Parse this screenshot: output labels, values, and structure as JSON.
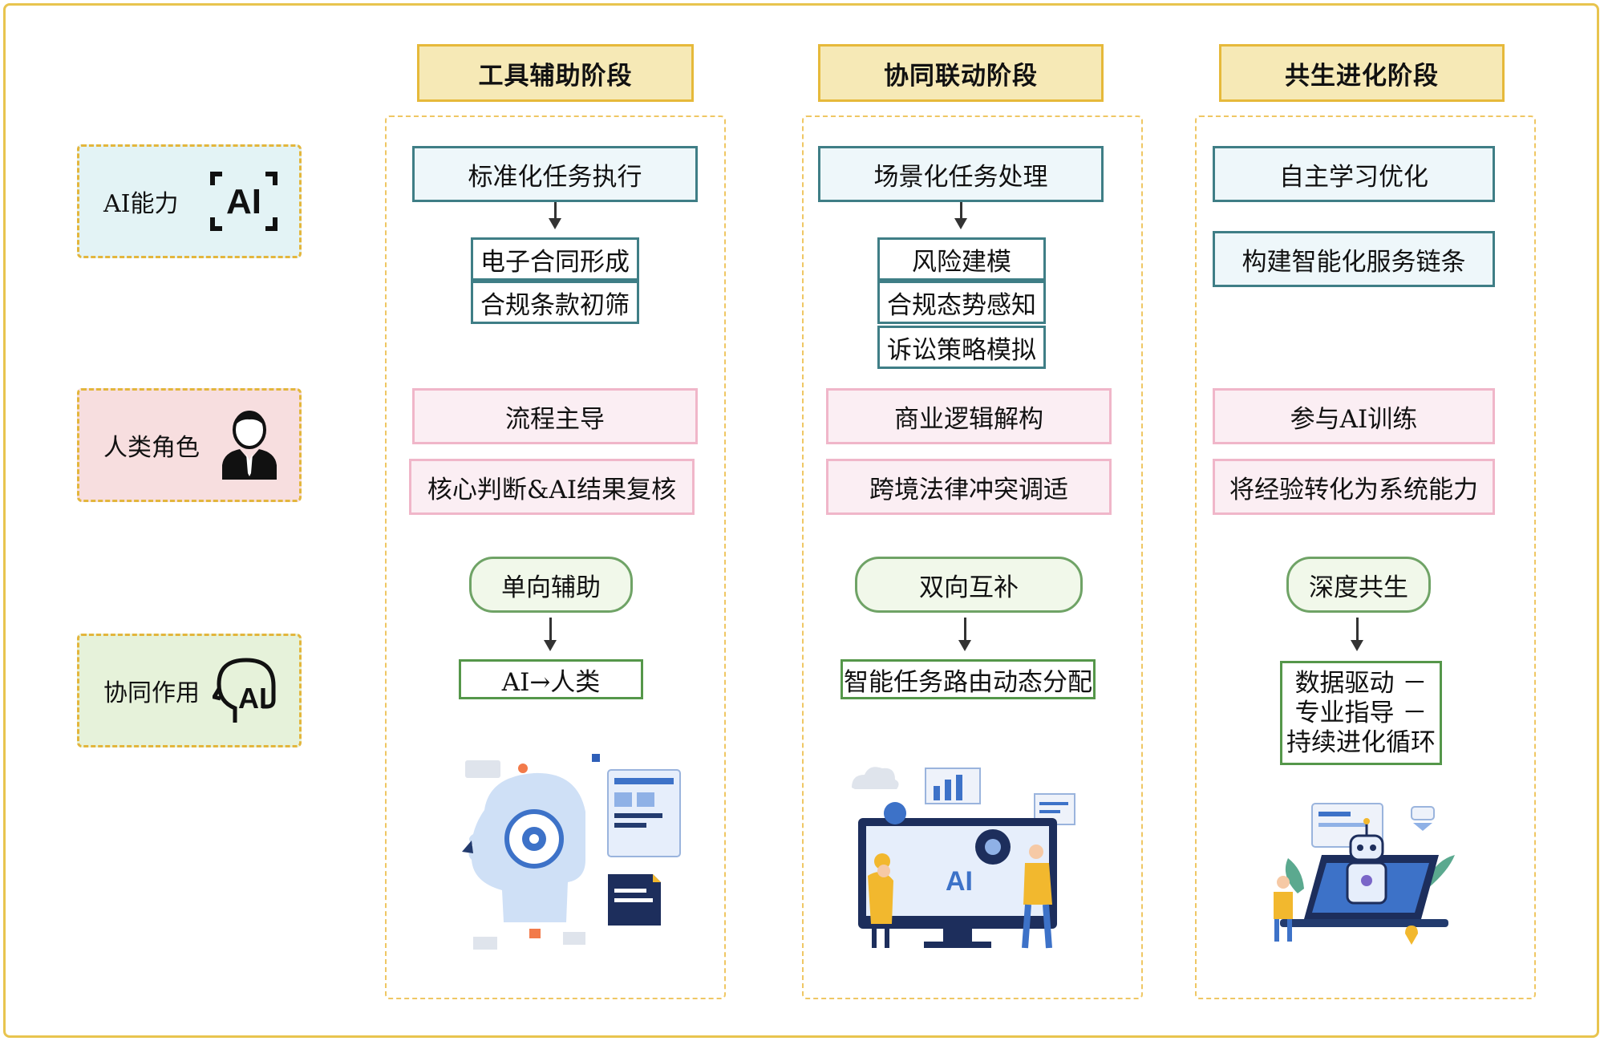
{
  "rows": [
    {
      "label": "AI能力",
      "icon_text": "AI",
      "icon": "ai-bracket-icon",
      "bg": "#e3f3f5"
    },
    {
      "label": "人类角色",
      "icon": "person-icon",
      "bg": "#f7dedf"
    },
    {
      "label": "协同作用",
      "icon_text": "AI",
      "icon": "head-ai-icon",
      "bg": "#e6f2da"
    }
  ],
  "stages": [
    {
      "title": "工具辅助阶段",
      "ai_main": "标准化任务执行",
      "ai_subs": [
        "电子合同形成",
        "合规条款初筛"
      ],
      "human": [
        "流程主导",
        "核心判断&AI结果复核"
      ],
      "collab_mode": "单向辅助",
      "collab_result": [
        "AI→人类"
      ],
      "illustration": "ai-head-gear-illustration"
    },
    {
      "title": "协同联动阶段",
      "ai_main": "场景化任务处理",
      "ai_subs": [
        "风险建模",
        "合规态势感知",
        "诉讼策略模拟"
      ],
      "human": [
        "商业逻辑解构",
        "跨境法律冲突调适"
      ],
      "collab_mode": "双向互补",
      "collab_result": [
        "智能任务路由动态分配"
      ],
      "illustration_text": "AI",
      "illustration": "ai-monitor-people-illustration"
    },
    {
      "title": "共生进化阶段",
      "ai_main": "自主学习优化",
      "ai_subs": [
        "构建智能化服务链条"
      ],
      "human": [
        "参与AI训练",
        "将经验转化为系统能力"
      ],
      "collab_mode": "深度共生",
      "collab_result": [
        "数据驱动 －",
        "专业指导 －",
        "持续进化循环"
      ],
      "illustration": "robot-laptop-illustration"
    }
  ],
  "colors": {
    "frame": "#e8c44e",
    "header_bg": "#f6e9b6",
    "ai_border": "#3f7e86",
    "human_border": "#f0b6c9",
    "collab_border": "#55974a"
  }
}
